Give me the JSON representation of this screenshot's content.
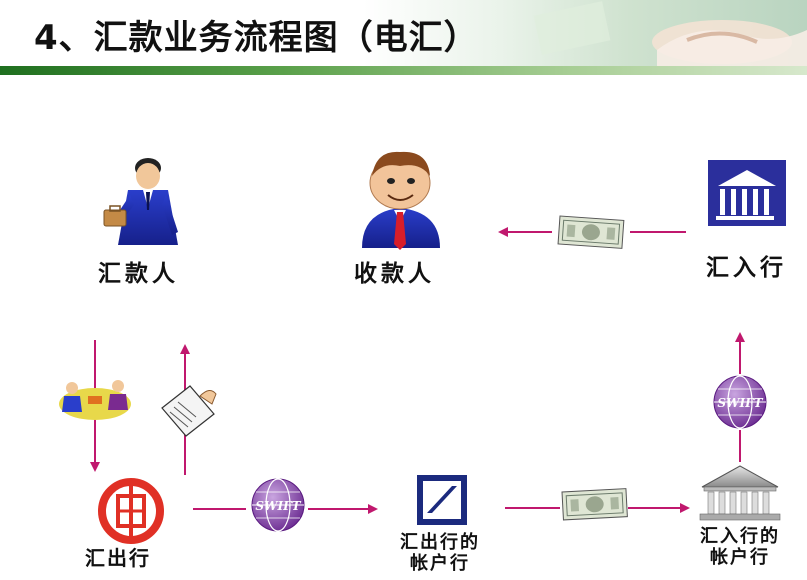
{
  "title": "4、汇款业务流程图（电汇）",
  "nodes": {
    "remitter": "汇款人",
    "payee": "收款人",
    "receiving_bank": "汇入行",
    "remitting_bank": "汇出行",
    "remitting_account_line1": "汇出行的",
    "remitting_account_line2": "帐户行",
    "receiving_account_line1": "汇入行的",
    "receiving_account_line2": "帐户行"
  },
  "swift_label": "SWIFT",
  "colors": {
    "arrow": "#c0186e",
    "swift": "#7a3fa0",
    "bank_blue": "#2b2f9c",
    "header_bar": "#2e7d32"
  }
}
